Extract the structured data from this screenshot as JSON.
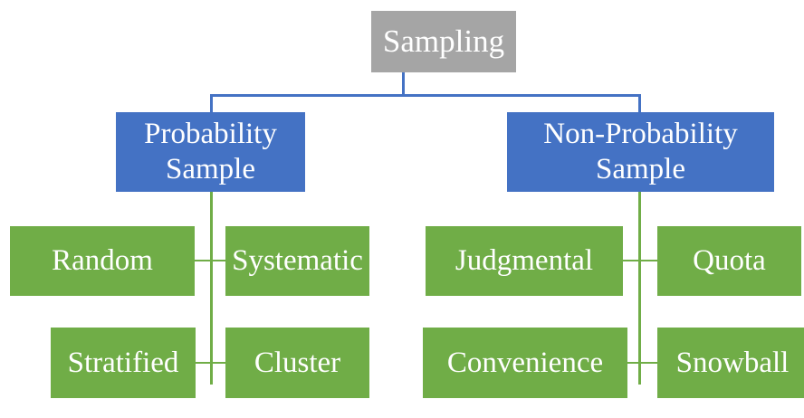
{
  "diagram": {
    "title": "Sampling",
    "type": "hierarchy-tree",
    "colors": {
      "root_fill": "#A5A5A5",
      "level2_fill": "#4472C4",
      "leaf_fill": "#70AD47",
      "text": "#FFFFFF",
      "background": "#FFFFFF",
      "connector_blue": "#4472C4",
      "connector_green": "#70AD47"
    },
    "root": {
      "label": "Sampling"
    },
    "branches": [
      {
        "label": "Probability\nSample",
        "children": [
          {
            "label": "Random"
          },
          {
            "label": "Systematic"
          },
          {
            "label": "Stratified"
          },
          {
            "label": "Cluster"
          }
        ]
      },
      {
        "label": "Non-Probability\nSample",
        "children": [
          {
            "label": "Judgmental"
          },
          {
            "label": "Quota"
          },
          {
            "label": "Convenience"
          },
          {
            "label": "Snowball"
          }
        ]
      }
    ]
  }
}
